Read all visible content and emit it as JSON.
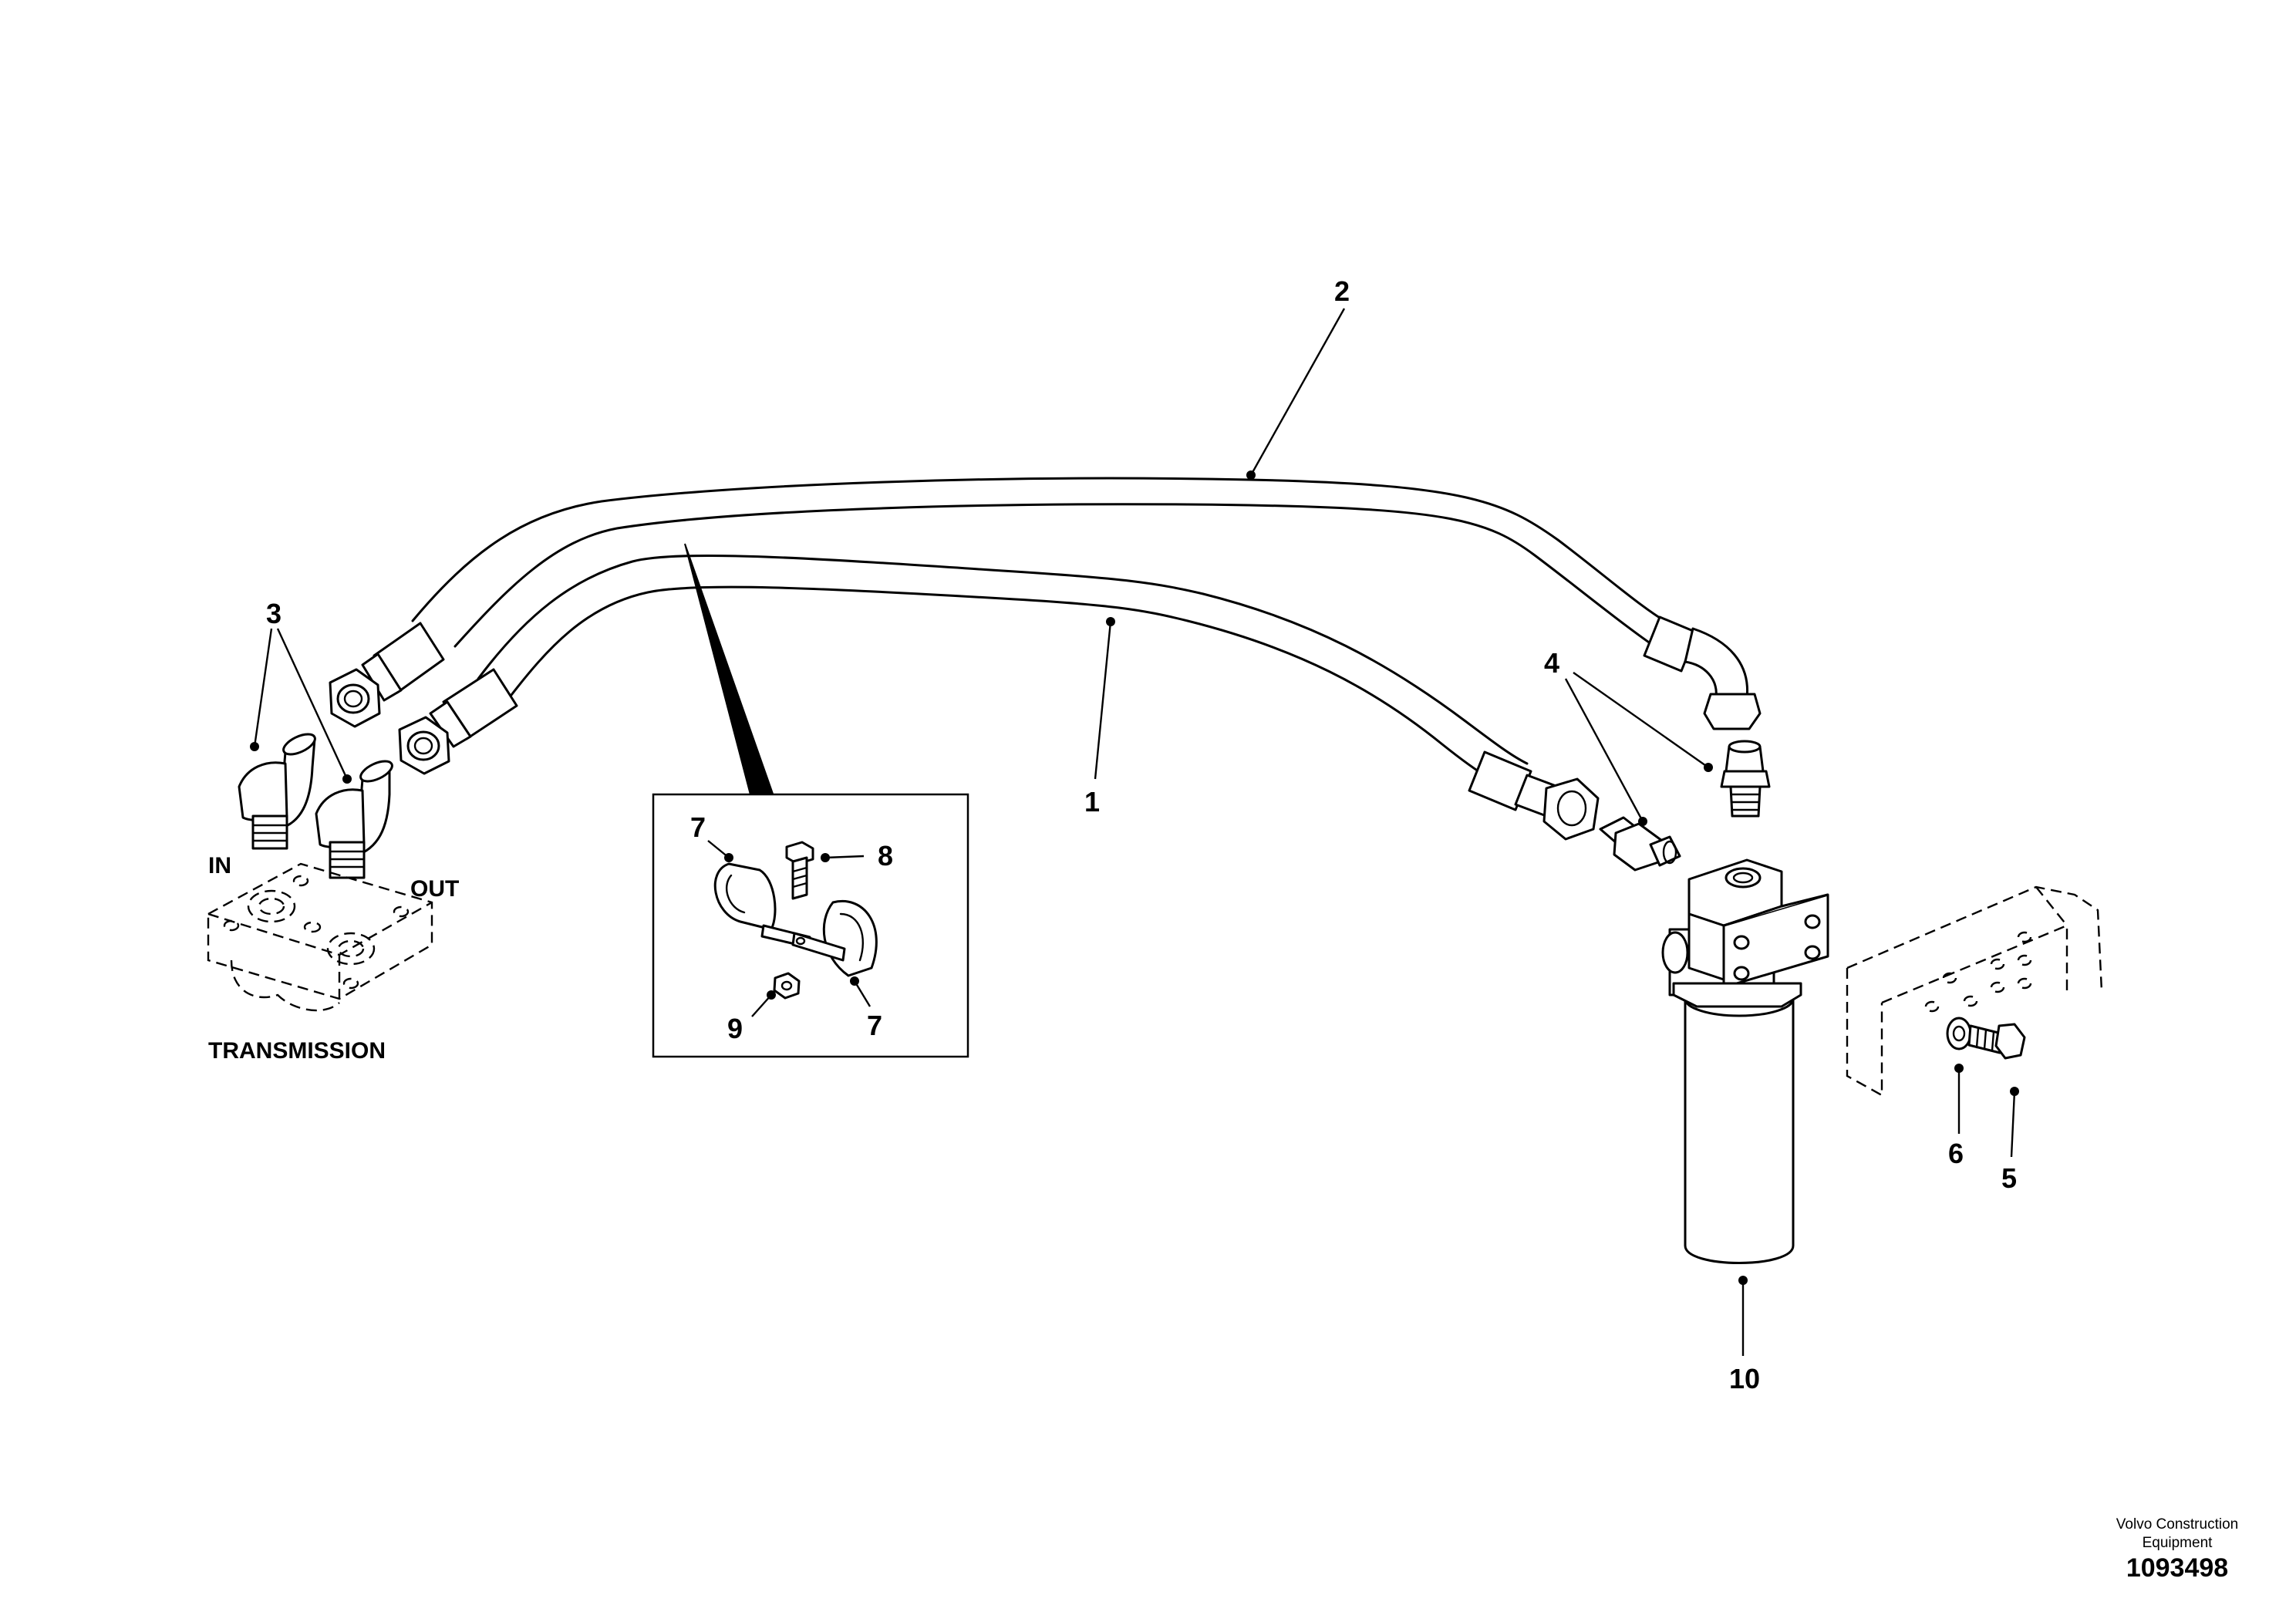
{
  "callouts": [
    {
      "id": "1",
      "text": "1"
    },
    {
      "id": "2",
      "text": "2"
    },
    {
      "id": "3",
      "text": "3"
    },
    {
      "id": "4",
      "text": "4"
    },
    {
      "id": "5",
      "text": "5"
    },
    {
      "id": "6",
      "text": "6"
    },
    {
      "id": "7a",
      "text": "7"
    },
    {
      "id": "7b",
      "text": "7"
    },
    {
      "id": "8",
      "text": "8"
    },
    {
      "id": "9",
      "text": "9"
    },
    {
      "id": "10",
      "text": "10"
    }
  ],
  "labels": {
    "in": "IN",
    "out": "OUT",
    "transmission": "TRANSMISSION"
  },
  "footer": {
    "company_line1": "Volvo Construction",
    "company_line2": "Equipment",
    "drawing_number": "1093498"
  }
}
